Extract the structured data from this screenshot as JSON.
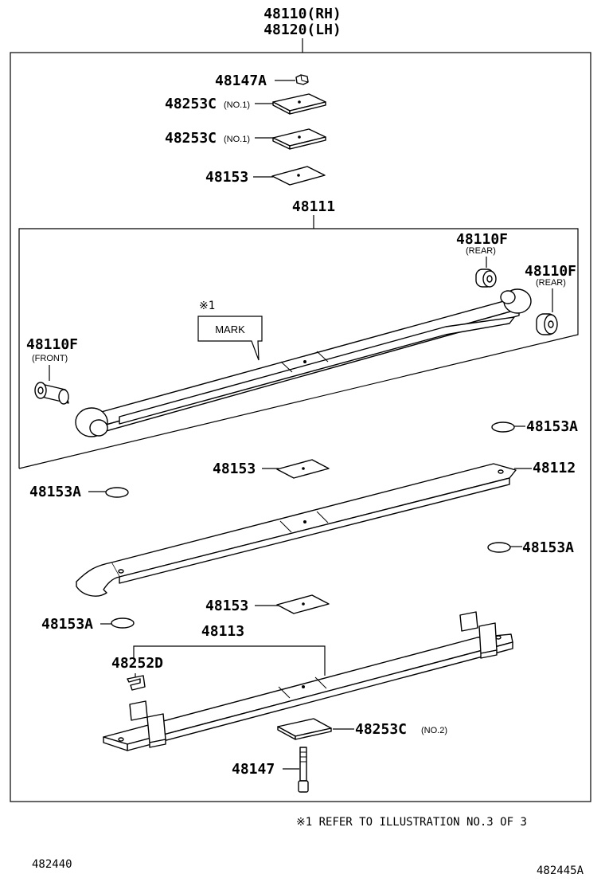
{
  "title_rh": "48110(RH)",
  "title_lh": "48120(LH)",
  "parts": {
    "p48147A": "48147A",
    "p48253C_1a": "48253C",
    "p48253C_1a_sub": "(NO.1)",
    "p48253C_1b": "48253C",
    "p48253C_1b_sub": "(NO.1)",
    "p48153_top": "48153",
    "p48111": "48111",
    "p48110F_rear1": "48110F",
    "p48110F_rear1_sub": "(REAR)",
    "p48110F_rear2": "48110F",
    "p48110F_rear2_sub": "(REAR)",
    "p48110F_front": "48110F",
    "p48110F_front_sub": "(FRONT)",
    "mark_ref": "※1",
    "mark_label": "MARK",
    "p48153A_r1": "48153A",
    "p48153_mid": "48153",
    "p48112": "48112",
    "p48153A_l1": "48153A",
    "p48153A_r2": "48153A",
    "p48153_low": "48153",
    "p48153A_l2": "48153A",
    "p48113": "48113",
    "p48252D": "48252D",
    "p48253C_2": "48253C",
    "p48253C_2_sub": "(NO.2)",
    "p48147": "48147"
  },
  "footnote": "※1  REFER TO ILLUSTRATION NO.3 OF 3",
  "code_left": "482440",
  "code_right": "482445A"
}
